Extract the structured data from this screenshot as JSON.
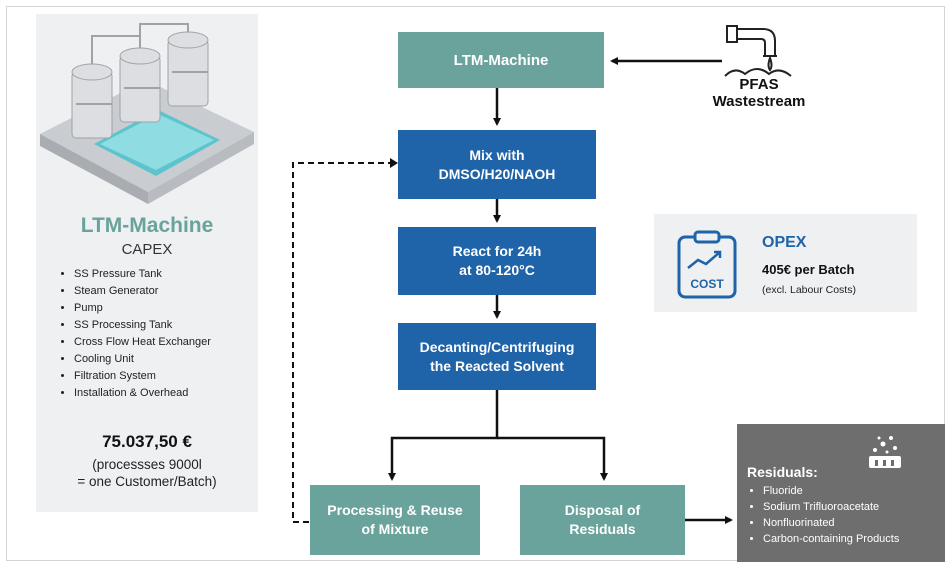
{
  "capex": {
    "title": "LTM-Machine",
    "subtitle": "CAPEX",
    "items": [
      "SS Pressure Tank",
      "Steam Generator",
      "Pump",
      "SS Processing Tank",
      "Cross Flow Heat Exchanger",
      "Cooling Unit",
      "Filtration System",
      "Installation & Overhead"
    ],
    "price": "75.037,50 €",
    "note_line1": "(processses 9000l",
    "note_line2": "= one Customer/Batch)"
  },
  "flow": {
    "ltm_machine": "LTM-Machine",
    "mix_line1": "Mix with",
    "mix_line2": "DMSO/H20/NAOH",
    "react_line1": "React for 24h",
    "react_line2": "at 80-120°C",
    "decant_line1": "Decanting/Centrifuging",
    "decant_line2": "the Reacted Solvent",
    "reuse_line1": "Processing & Reuse",
    "reuse_line2": "of Mixture",
    "disposal_line1": "Disposal of",
    "disposal_line2": "Residuals"
  },
  "pfas": {
    "line1": "PFAS",
    "line2": "Wastestream"
  },
  "opex": {
    "title": "OPEX",
    "price": "405€ per Batch",
    "note": "(excl. Labour Costs)",
    "icon_label": "COST"
  },
  "residuals": {
    "title": "Residuals:",
    "items": [
      "Fluoride",
      "Sodium Trifluoroacetate",
      "Nonfluorinated",
      "Carbon-containing Products"
    ]
  },
  "colors": {
    "teal": "#6aa39b",
    "blue": "#1f63a8",
    "panel": "#eef0f2",
    "residual_bg": "#6e6e6e"
  }
}
